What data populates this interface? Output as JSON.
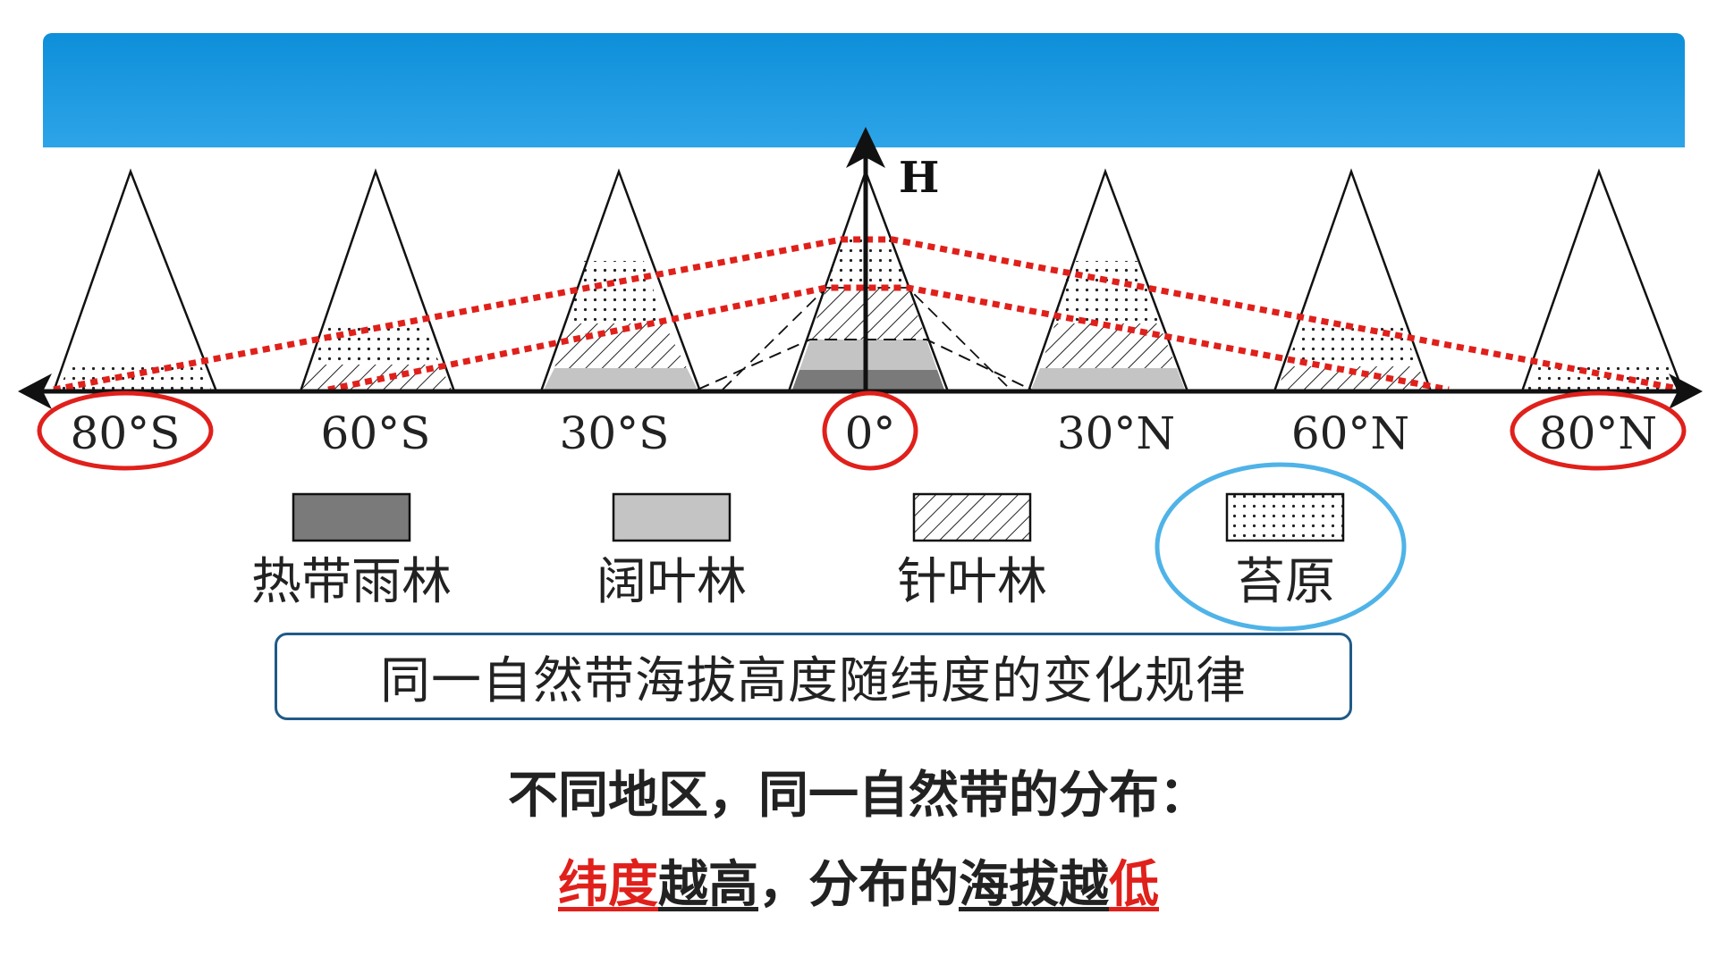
{
  "axis": {
    "y_label": "H",
    "latitudes": [
      "80°S",
      "60°S",
      "30°S",
      "0°",
      "30°N",
      "60°N",
      "80°N"
    ],
    "highlighted_latitudes": [
      "80°S",
      "0°",
      "80°N"
    ]
  },
  "zones": {
    "legend": [
      {
        "name": "热带雨林",
        "pattern": "dark"
      },
      {
        "name": "阔叶林",
        "pattern": "light"
      },
      {
        "name": "针叶林",
        "pattern": "hatch"
      },
      {
        "name": "苔原",
        "pattern": "dots"
      }
    ],
    "highlighted": "苔原"
  },
  "colors": {
    "banner": "#1a9be0",
    "trend_line": "#e0201b",
    "circle_red": "#e0201b",
    "circle_blue": "#4fb3e8",
    "box_border": "#1f5a87"
  },
  "rule_box": "同一自然带海拔高度随纬度的变化规律",
  "conclusion": {
    "line1": "不同地区，同一自然带的分布：",
    "line2": {
      "p1": "纬度",
      "p2": "越高",
      "p3": "，分布的",
      "p4": "海拔越",
      "p5": "低"
    }
  }
}
